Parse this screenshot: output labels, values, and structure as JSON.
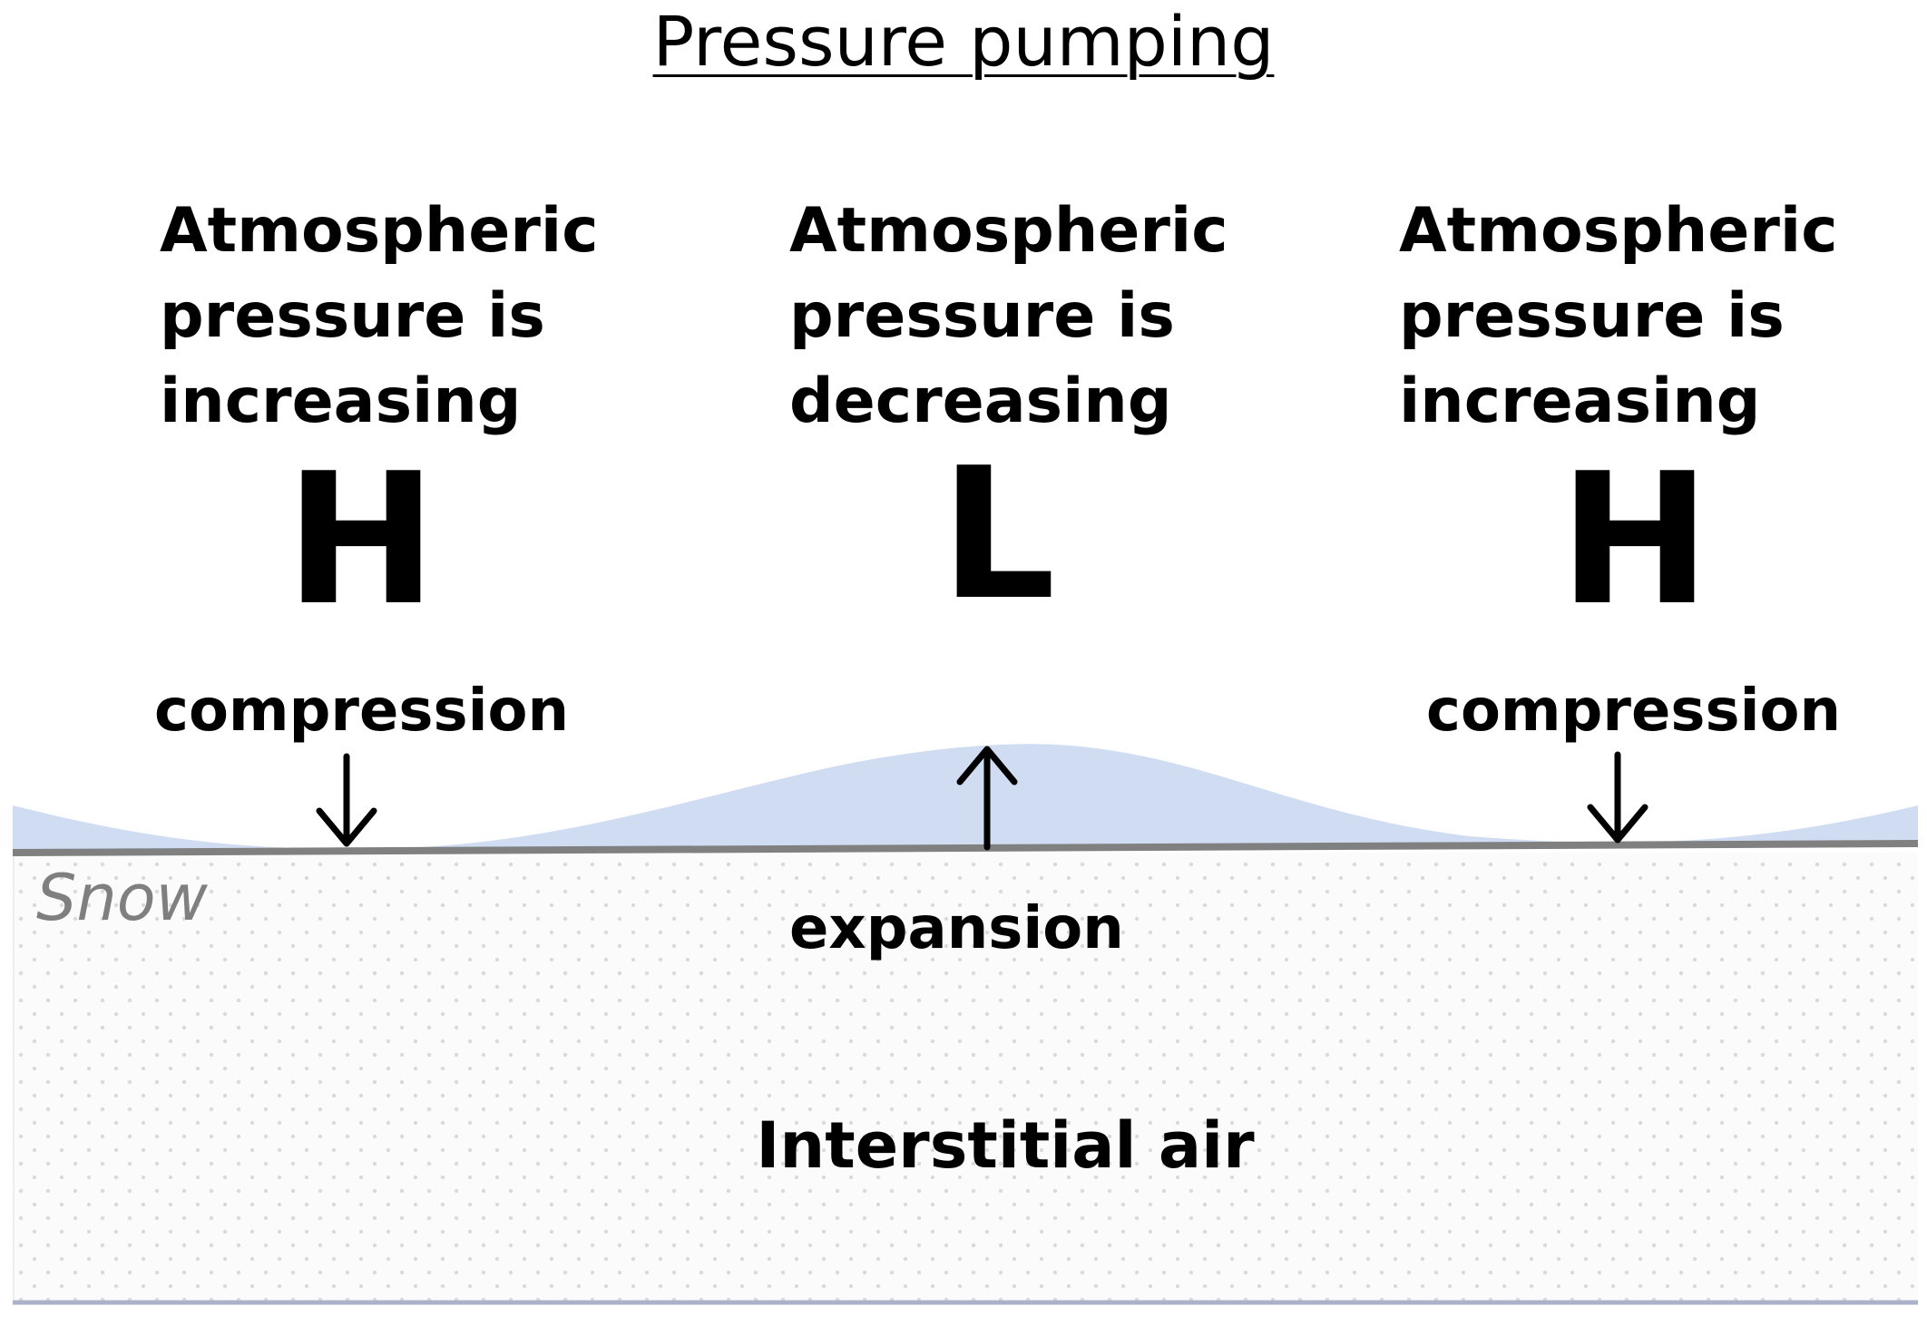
{
  "title": "Pressure pumping",
  "columns": [
    {
      "lines": [
        "Atmospheric",
        "pressure is",
        "increasing"
      ],
      "letter": "H",
      "process": "compression",
      "arrow": "down-arrow-icon"
    },
    {
      "lines": [
        "Atmospheric",
        "pressure is",
        "decreasing"
      ],
      "letter": "L",
      "process": "expansion",
      "arrow": "up-arrow-icon"
    },
    {
      "lines": [
        "Atmospheric",
        "pressure is",
        "increasing"
      ],
      "letter": "H",
      "process": "compression",
      "arrow": "down-arrow-icon"
    }
  ],
  "layers": {
    "snow": "Snow",
    "interstitial_air": "Interstitial air"
  },
  "colors": {
    "air_wave": "#cfdcf2",
    "surface_line": "#808080",
    "snow_fill": "#fbfbfb",
    "snow_dots": "#dadada",
    "snow_bottom": "#a9b2c8",
    "snow_label": "#7f7f7f"
  }
}
